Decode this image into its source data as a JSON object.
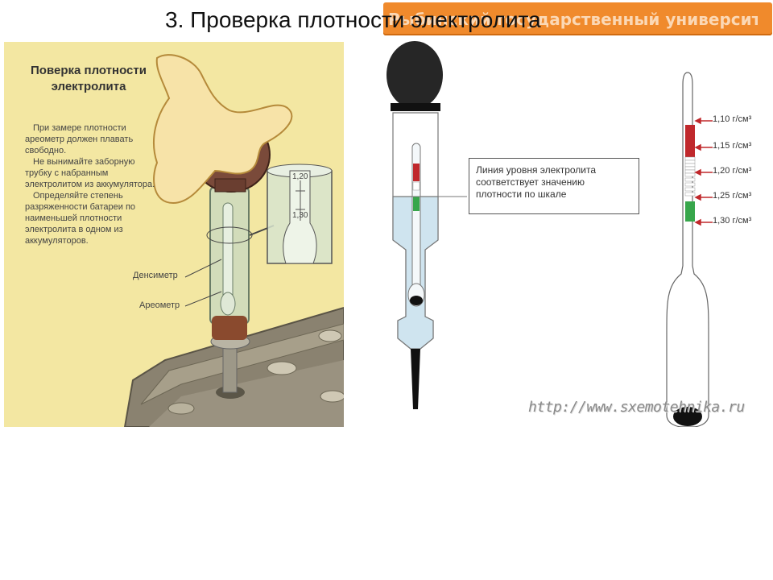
{
  "banner": {
    "text": "Рыбинский государственный университет",
    "color": "#f08a2c"
  },
  "slide": {
    "title": "3. Проверка плотности электролита"
  },
  "panel": {
    "title": "Поверка плотности электролита",
    "paragraphs": [
      "При замере плотности ареометр должен плавать свободно.",
      "Не вынимайте заборную трубку с набранным электролитом из аккумулятора.",
      "Определяйте степень разряженности батареи по наименьшей плотности электролита в одном из аккумуляторов."
    ],
    "labels": {
      "densimeter": "Денсиметр",
      "areometer": "Ареометр"
    },
    "scale_marks": [
      "1,20",
      "1,30"
    ]
  },
  "callout": {
    "text": "Линия уровня электролита соответствует значению плотности по шкале"
  },
  "scale": {
    "labels": [
      "1,10 г/см³",
      "1,15 г/см³",
      "1,20 г/см³",
      "1,25 г/см³",
      "1,30 г/см³"
    ]
  },
  "watermark": {
    "text": "http://www.sxemotehnika.ru"
  }
}
